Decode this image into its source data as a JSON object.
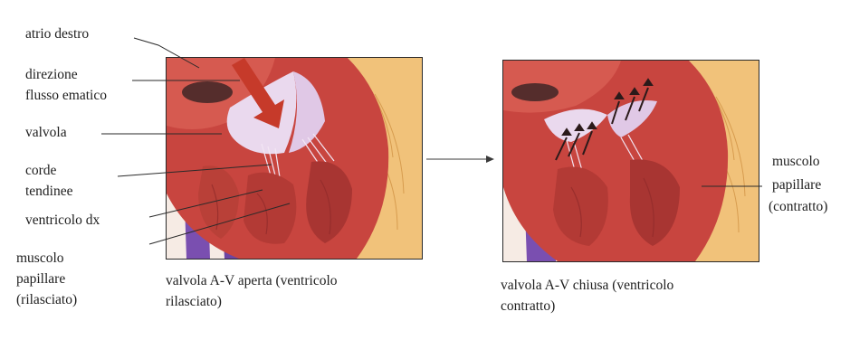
{
  "labels": {
    "atrio_destro": "atrio destro",
    "direzione_line1": "direzione",
    "direzione_line2": "flusso ematico",
    "valvola": "valvola",
    "corde_line1": "corde",
    "corde_line2": "tendinee",
    "ventricolo_dx": "ventricolo dx",
    "muscolo_ril_line1": "muscolo",
    "muscolo_ril_line2": "papillare",
    "muscolo_ril_line3": "(rilasciato)",
    "muscolo_con_line1": "muscolo",
    "muscolo_con_line2": "papillare",
    "muscolo_con_line3": "(contratto)"
  },
  "captions": {
    "left_line1": "valvola A-V aperta (ventricolo",
    "left_line2": "rilasciato)",
    "right_line1": "valvola A-V chiusa (ventricolo",
    "right_line2": "contratto)"
  },
  "colors": {
    "muscle": "#c8453f",
    "muscle_dark": "#8f2a2a",
    "fat": "#f1c27a",
    "vessel": "#7a4fb0",
    "valve": "#ead9ee",
    "arrow_flow": "#c63a2a"
  }
}
